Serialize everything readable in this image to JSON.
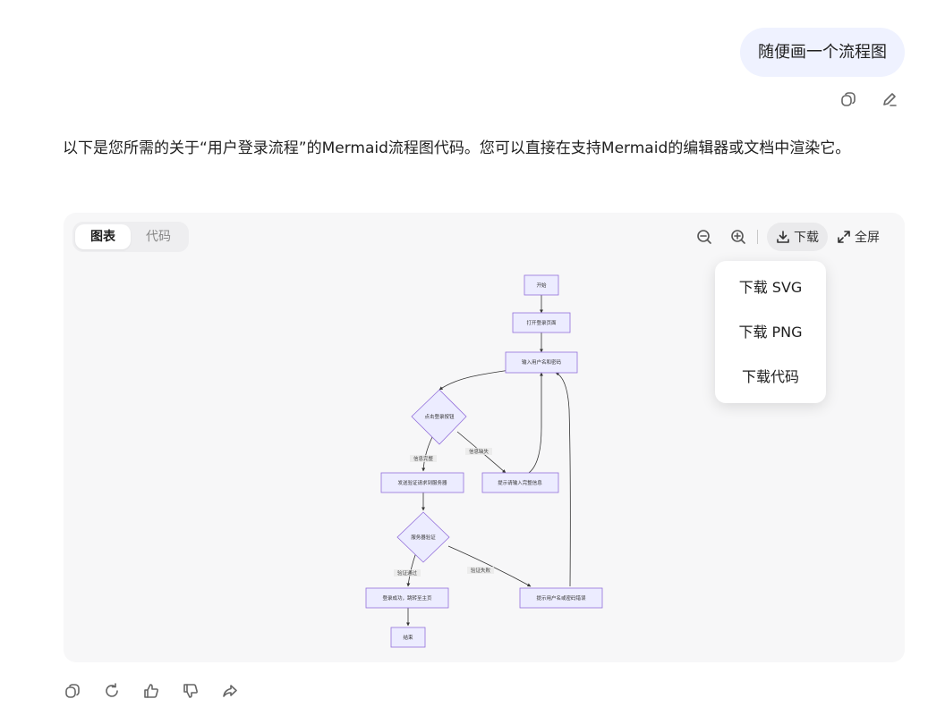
{
  "user_message": "随便画一个流程图",
  "assistant_reply": "以下是您所需的关于“用户登录流程”的Mermaid流程图代码。您可以直接在支持Mermaid的编辑器或文档中渲染它。",
  "card": {
    "tabs": [
      {
        "label": "图表"
      },
      {
        "label": "代码"
      }
    ],
    "toolbar": {
      "download_label": "下载",
      "fullscreen_label": "全屏"
    },
    "download_menu": [
      {
        "label": "下载 SVG"
      },
      {
        "label": "下载 PNG"
      },
      {
        "label": "下载代码"
      }
    ]
  },
  "flowchart": {
    "nodes": {
      "start": "开始",
      "open_login": "打开登录页面",
      "input": "输入用户名和密码",
      "click_login": "点击登录按钮",
      "send": "发送验证请求到服务器",
      "prompt_complete": "提示请输入完整信息",
      "server_verify": "服务器验证",
      "success": "登录成功，跳转至主页",
      "error": "提示用户名或密码错误",
      "end": "结束"
    },
    "edges": {
      "info_complete": "信息完整",
      "info_missing": "信息缺失",
      "verify_pass": "验证通过",
      "verify_fail": "验证失败"
    }
  },
  "icons": {
    "user_actions": [
      "copy-icon",
      "edit-icon"
    ],
    "toolbar": [
      "zoom-out-icon",
      "zoom-in-icon",
      "download-icon",
      "fullscreen-icon"
    ],
    "bottom_actions": [
      "copy-icon",
      "regenerate-icon",
      "thumbs-up-icon",
      "thumbs-down-icon",
      "share-icon"
    ]
  }
}
